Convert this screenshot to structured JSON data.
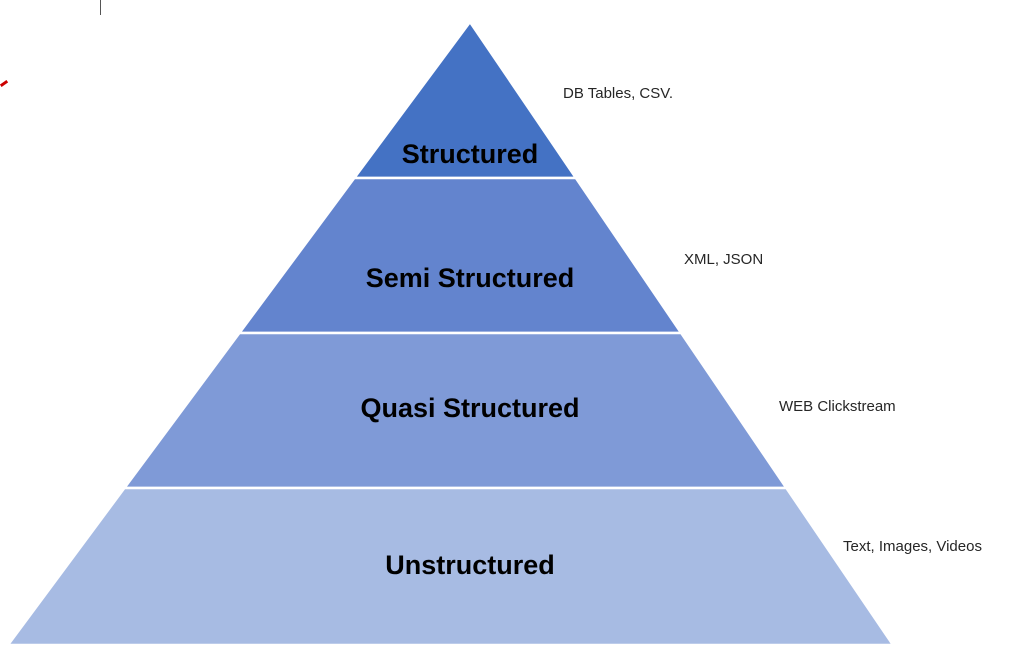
{
  "page": {
    "background": "#ffffff"
  },
  "chart_data": {
    "type": "pyramid",
    "title": "",
    "layers": [
      {
        "label": "Structured",
        "annotation": "DB Tables, CSV.",
        "color": "#4472c4"
      },
      {
        "label": "Semi Structured",
        "annotation": "XML, JSON",
        "color": "#6384ce"
      },
      {
        "label": "Quasi Structured",
        "annotation": "WEB Clickstream",
        "color": "#7f9ad7"
      },
      {
        "label": "Unstructured",
        "annotation": "Text, Images, Videos",
        "color": "#a7bbe3"
      }
    ],
    "label_color": "#000000",
    "annotation_color": "#262626",
    "separator_color": "#ffffff",
    "legend_position": "right-of-each-layer",
    "order": "top-to-bottom"
  }
}
